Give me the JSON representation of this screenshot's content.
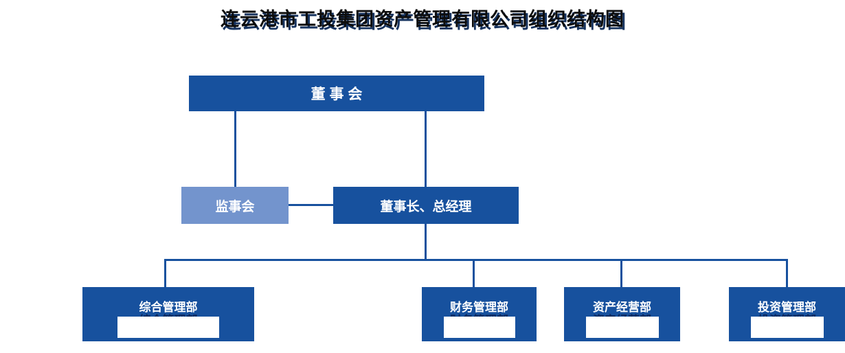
{
  "title": "连云港市工投集团资产管理有限公司组织结构图",
  "org_chart": {
    "board": {
      "label": "董 事 会"
    },
    "supervisory_board": {
      "label": "监事会"
    },
    "chairman": {
      "label": "董事长、总经理"
    },
    "departments": [
      {
        "label": "综合管理部"
      },
      {
        "label": "财务管理部"
      },
      {
        "label": "资产经营部"
      },
      {
        "label": "投资管理部"
      }
    ]
  },
  "colors": {
    "primary_blue": "#17519E",
    "light_blue": "#7394CD",
    "connector_line": "#17519E",
    "box_text": "#FFFFFF",
    "title_text": "#0D0D0D",
    "background": "#FFFFFF"
  }
}
